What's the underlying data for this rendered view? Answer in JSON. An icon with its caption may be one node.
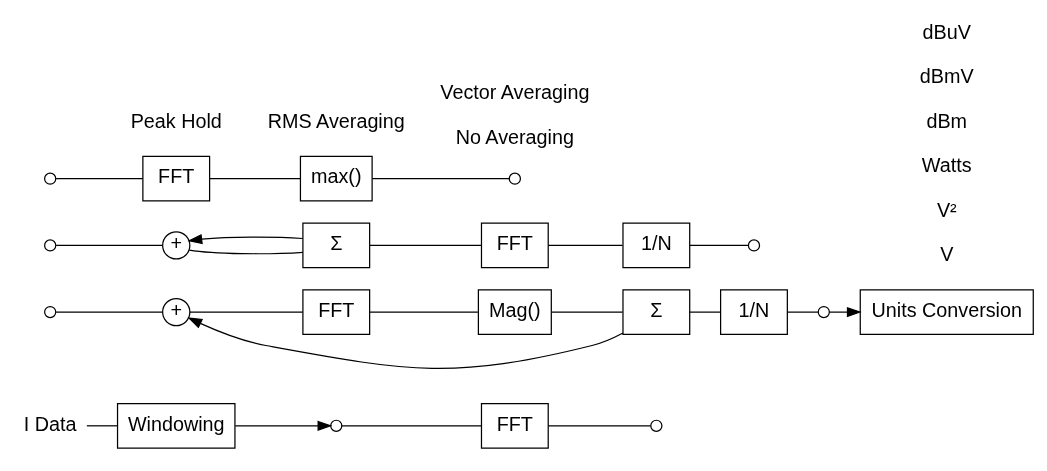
{
  "diagram": {
    "nodes": [
      {
        "text": [
          "I Data"
        ]
      },
      {
        "text": [
          "Windowing"
        ]
      },
      {
        "text": [],
        "shape": "circle"
      },
      {
        "text": [],
        "shape": "circle"
      },
      {
        "text": [],
        "shape": "circle"
      },
      {
        "text": [],
        "shape": "circle"
      },
      {
        "text": [
          "FFT"
        ]
      },
      {
        "text": [
          "+"
        ]
      },
      {
        "text": [
          "FFT"
        ]
      },
      {
        "text": [
          "Mag()"
        ]
      },
      {
        "text": [
          "Σ"
        ]
      },
      {
        "text": [
          "1/N"
        ]
      },
      {
        "text": [
          "+"
        ]
      },
      {
        "text": [
          "Σ"
        ]
      },
      {
        "text": [
          "FFT"
        ]
      },
      {
        "text": [
          "1/N"
        ]
      },
      {
        "text": [
          "FFT"
        ]
      },
      {
        "text": [
          "max()"
        ]
      },
      {
        "text": [],
        "shape": "circle"
      },
      {
        "text": [],
        "shape": "circle"
      },
      {
        "text": [],
        "shape": "circle"
      },
      {
        "text": [],
        "shape": "circle"
      },
      {
        "text": [
          "Units Conversion"
        ]
      }
    ],
    "edges": [
      {
        "from": 0,
        "to": 1,
        "arrow": "none"
      },
      {
        "from": 1,
        "to": 2,
        "arrow": "to"
      },
      {
        "from": 2,
        "to": 6,
        "arrow": "none"
      },
      {
        "from": 6,
        "to": 18,
        "arrow": "none"
      },
      {
        "from": 3,
        "to": 7,
        "arrow": "none"
      },
      {
        "from": 7,
        "to": 8,
        "arrow": "none"
      },
      {
        "from": 8,
        "to": 9,
        "arrow": "none"
      },
      {
        "from": 9,
        "to": 10,
        "arrow": "none"
      },
      {
        "from": 10,
        "to": 11,
        "arrow": "none"
      },
      {
        "from": 10,
        "to": 7,
        "arrow": "to"
      },
      {
        "from": 11,
        "to": 19,
        "arrow": "none"
      },
      {
        "from": 4,
        "to": 12,
        "arrow": "none"
      },
      {
        "from": 12,
        "to": 13,
        "arrow": "none"
      },
      {
        "from": 13,
        "to": 14,
        "arrow": "none"
      },
      {
        "from": 14,
        "to": 15,
        "arrow": "none"
      },
      {
        "from": 15,
        "to": 20,
        "arrow": "none"
      },
      {
        "from": 13,
        "to": 12,
        "arrow": "to"
      },
      {
        "from": 5,
        "to": 16,
        "arrow": "none"
      },
      {
        "from": 16,
        "to": 17,
        "arrow": "none"
      },
      {
        "from": 17,
        "to": 21,
        "arrow": "none"
      },
      {
        "from": 19,
        "to": 22,
        "arrow": "to"
      }
    ],
    "labels": [
      "No Averaging",
      "RMS Averaging",
      "Vector Averaging",
      "Peak Hold",
      "V",
      "V²",
      "Watts",
      "dBm",
      "dBmV",
      "dBuV"
    ]
  }
}
